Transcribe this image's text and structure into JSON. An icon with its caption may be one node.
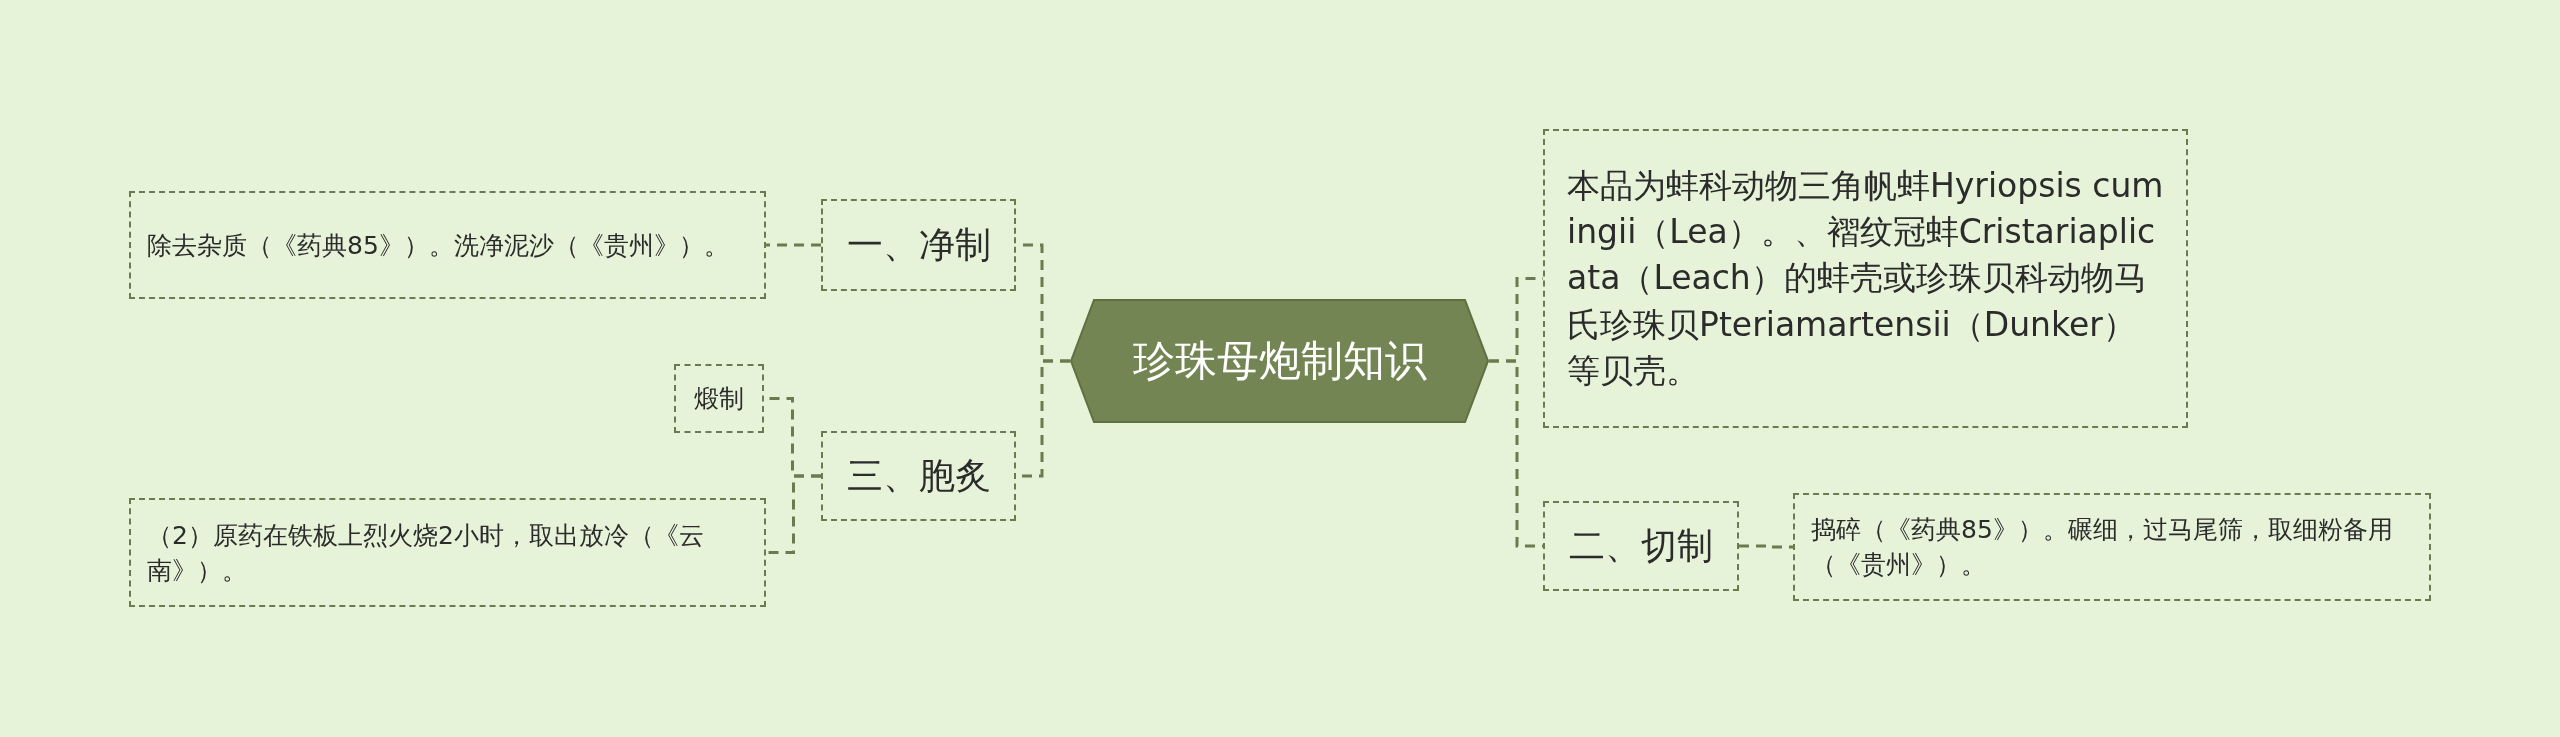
{
  "diagram": {
    "nodes": [
      {
        "text": [
          "珍珠母炮制知识"
        ]
      },
      {
        "text": [
          "本品为蚌科动物三角帆蚌Hyriopsis cumingii（Lea）。、褶纹冠蚌Cristariaplicata（Leach）的蚌壳或珍珠贝科动物马氏珍珠贝Pteriamartensii（Dunker）等贝壳。"
        ]
      },
      {
        "text": [
          "二、切制"
        ]
      },
      {
        "text": [
          "捣碎（《药典85》）。碾细，过马尾筛，取细粉备用（《贵州》）。"
        ]
      },
      {
        "text": [
          "一、净制"
        ]
      },
      {
        "text": [
          "除去杂质（《药典85》）。洗净泥沙（《贵州》）。"
        ]
      },
      {
        "text": [
          "三、胞炙"
        ]
      },
      {
        "text": [
          "煅制"
        ]
      },
      {
        "text": [
          "（2）原药在铁板上烈火烧2小时，取出放冷（《云南》）。"
        ]
      }
    ],
    "edges": [
      {
        "from": 0,
        "to": 1,
        "arrow": "none"
      },
      {
        "from": 0,
        "to": 2,
        "arrow": "none"
      },
      {
        "from": 2,
        "to": 3,
        "arrow": "none"
      },
      {
        "from": 0,
        "to": 4,
        "arrow": "none"
      },
      {
        "from": 4,
        "to": 5,
        "arrow": "none"
      },
      {
        "from": 0,
        "to": 6,
        "arrow": "none"
      },
      {
        "from": 6,
        "to": 7,
        "arrow": "none"
      },
      {
        "from": 6,
        "to": 8,
        "arrow": "none"
      }
    ]
  }
}
